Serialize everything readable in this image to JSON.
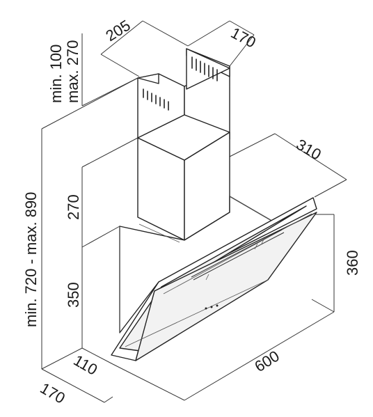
{
  "colors": {
    "line": "#222222",
    "background": "#ffffff",
    "glass": "#f2f2f2"
  },
  "dimensions": {
    "chimney_depth": "205",
    "chimney_width": "170",
    "chimney_extension": "min. 100\nmax. 270",
    "chimney_extension_min": "min. 100",
    "chimney_extension_max": "max. 270",
    "total_height": "min. 720 - max. 890",
    "chimney_height": "270",
    "body_height": "350",
    "glass_depth": "310",
    "glass_height": "360",
    "width": "600",
    "body_depth": "110",
    "base_depth": "170"
  }
}
